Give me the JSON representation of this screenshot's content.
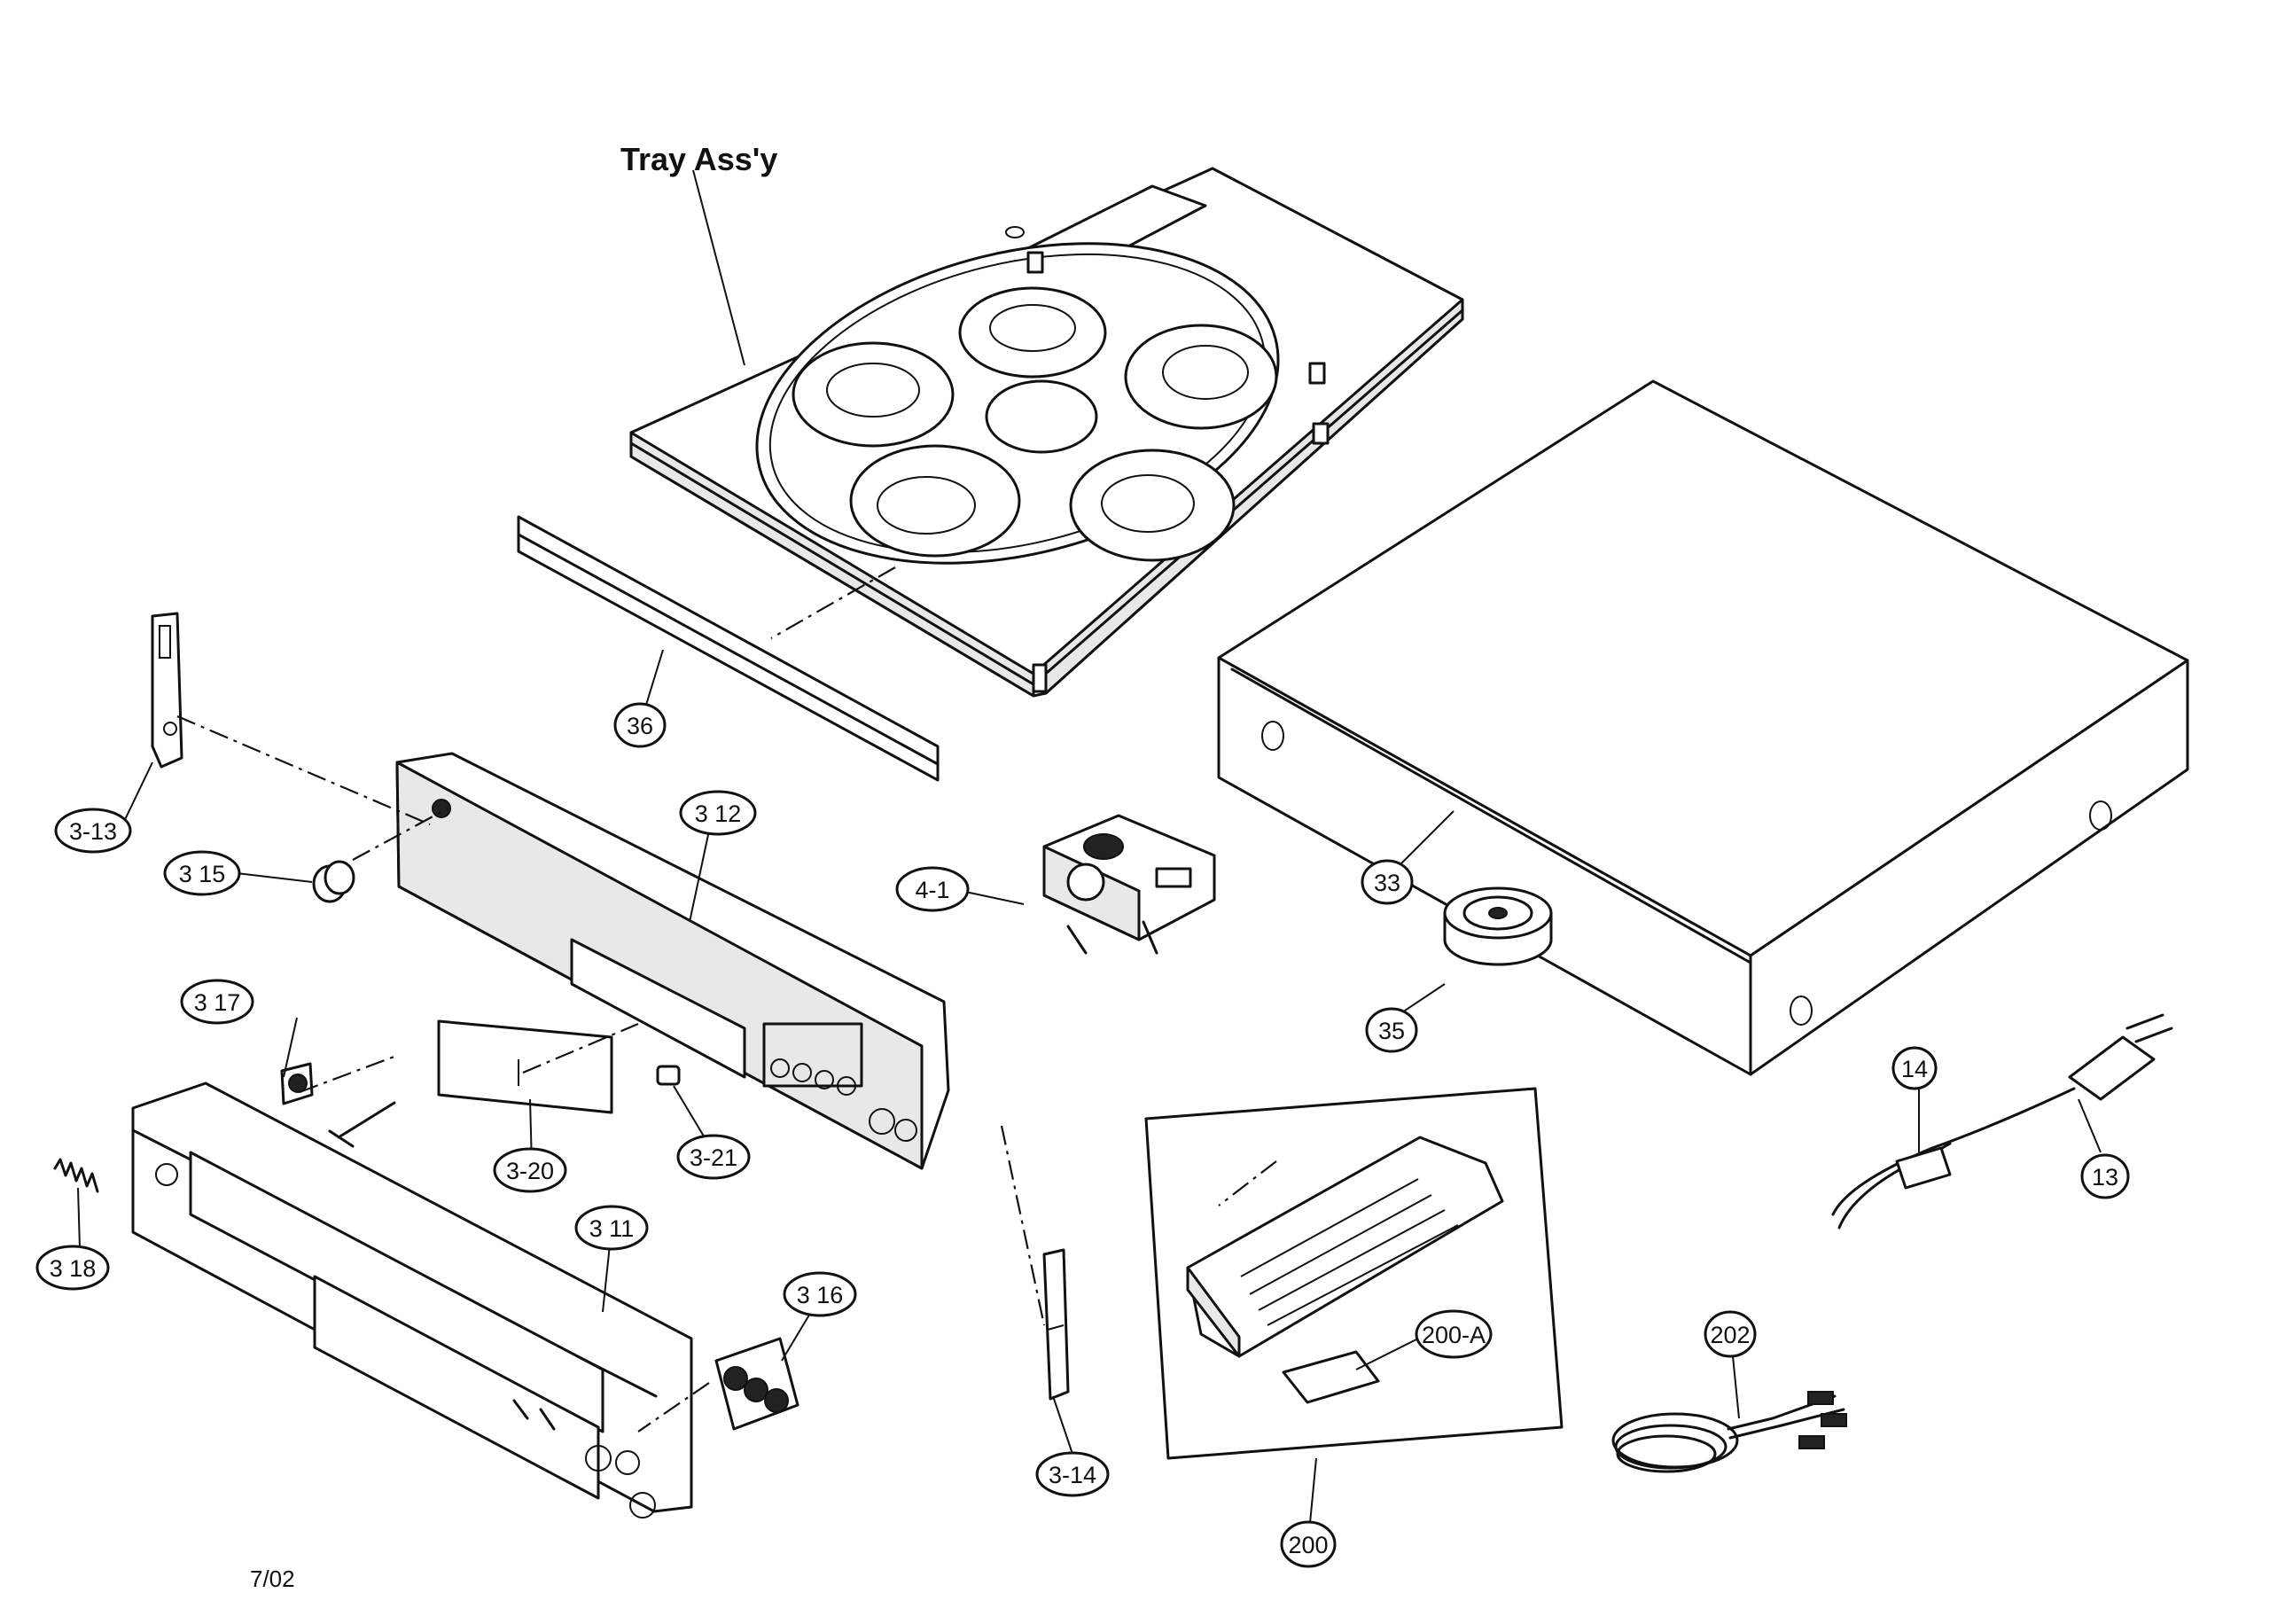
{
  "tray_label": "Tray Ass'y",
  "revision": "7/02",
  "parts": {
    "p36": "36",
    "p3_13": "3-13",
    "p3_15": "3 15",
    "p3_12": "3 12",
    "p4_1": "4-1",
    "p33": "33",
    "p35": "35",
    "p3_17": "3 17",
    "p3_20": "3-20",
    "p3_21": "3-21",
    "p3_18": "3 18",
    "p3_11": "3 11",
    "p3_16": "3 16",
    "p3_14": "3-14",
    "p14": "14",
    "p13": "13",
    "p200a": "200-A",
    "p200": "200",
    "p202": "202"
  }
}
